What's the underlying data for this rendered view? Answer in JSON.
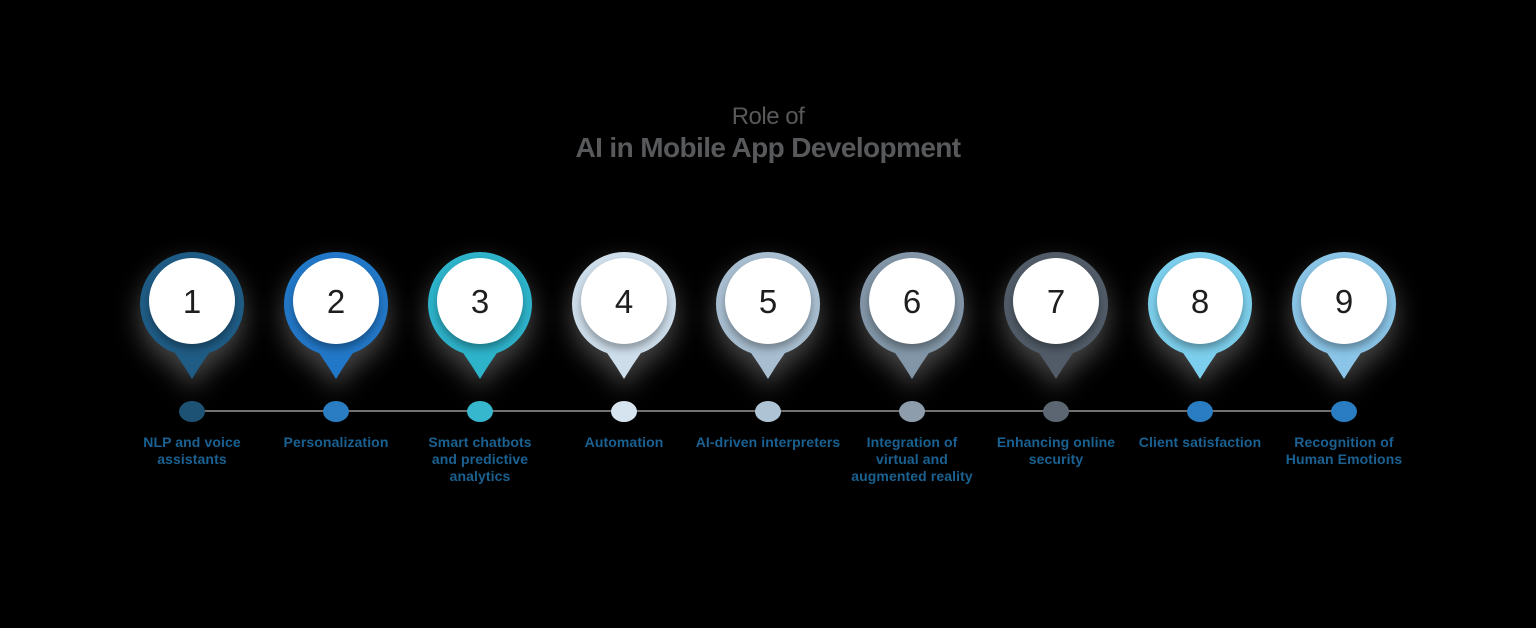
{
  "title": {
    "subtitle": "Role of",
    "main": "AI in Mobile App Development"
  },
  "colors": {
    "background": "#000000",
    "title_text": "#58595b",
    "label_text": "#1a6191",
    "line": "#6f7072"
  },
  "items": [
    {
      "number": "1",
      "label": "NLP and voice assistants",
      "pin_color": "#1f5c85",
      "dot_color": "#1d5274"
    },
    {
      "number": "2",
      "label": "Personalization",
      "pin_color": "#2278c8",
      "dot_color": "#2b7dc3"
    },
    {
      "number": "3",
      "label": "Smart chatbots and predictive analytics",
      "pin_color": "#2db3ca",
      "dot_color": "#36b7cd"
    },
    {
      "number": "4",
      "label": "Automation",
      "pin_color": "#cdddea",
      "dot_color": "#d6e4ef"
    },
    {
      "number": "5",
      "label": "AI-driven interpreters",
      "pin_color": "#a8bed0",
      "dot_color": "#aec3d3"
    },
    {
      "number": "6",
      "label": "Integration of virtual and augmented reality",
      "pin_color": "#8296a7",
      "dot_color": "#8d9dac"
    },
    {
      "number": "7",
      "label": "Enhancing online security",
      "pin_color": "#515c68",
      "dot_color": "#5c6673"
    },
    {
      "number": "8",
      "label": "Client satisfaction",
      "pin_color": "#7ccfec",
      "dot_color": "#2b7dc3"
    },
    {
      "number": "9",
      "label": "Recognition of Human Emotions",
      "pin_color": "#8ac4e6",
      "dot_color": "#2b7dc3"
    }
  ]
}
